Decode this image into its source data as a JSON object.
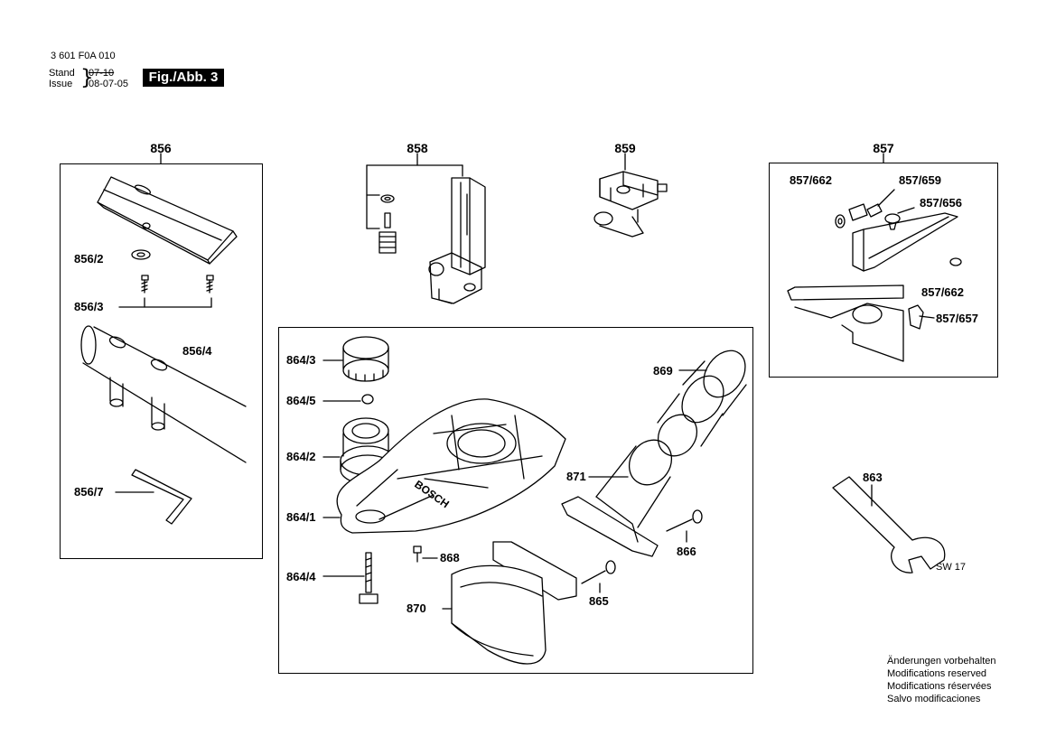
{
  "header": {
    "doc_number": "3 601 F0A 010",
    "stand_label": "Stand",
    "issue_label": "Issue",
    "brace": "}",
    "stand_date": "07-10",
    "issue_date": "08-07-05",
    "figure_label": "Fig./Abb. 3"
  },
  "groups": {
    "g856": "856",
    "g858": "858",
    "g859": "859",
    "g857": "857"
  },
  "parts": {
    "p856_2": "856/2",
    "p856_3": "856/3",
    "p856_4": "856/4",
    "p856_7": "856/7",
    "p857_662a": "857/662",
    "p857_659": "857/659",
    "p857_656": "857/656",
    "p857_662b": "857/662",
    "p857_657": "857/657",
    "p864_3": "864/3",
    "p864_5": "864/5",
    "p864_2": "864/2",
    "p864_1": "864/1",
    "p864_4": "864/4",
    "p868": "868",
    "p869": "869",
    "p871": "871",
    "p866": "866",
    "p865": "865",
    "p870": "870",
    "p863": "863"
  },
  "wrench_size": "SW 17",
  "brand_text": "BOSCH",
  "notes": [
    "Änderungen vorbehalten",
    "Modifications reserved",
    "Modifications réservées",
    "Salvo modificaciones"
  ]
}
